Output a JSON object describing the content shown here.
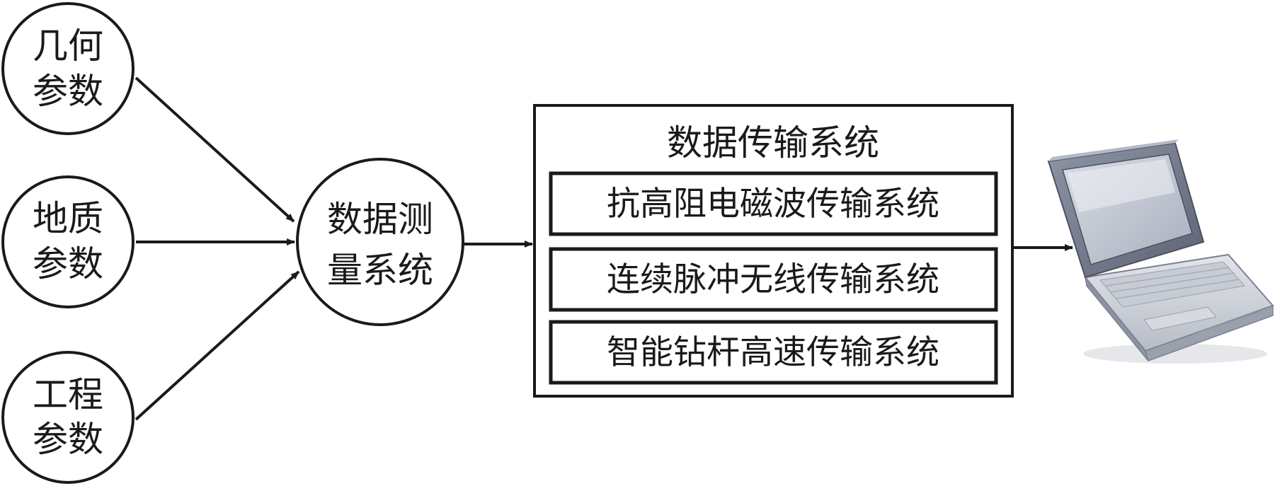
{
  "inputs": [
    {
      "line1": "几何",
      "line2": "参数"
    },
    {
      "line1": "地质",
      "line2": "参数"
    },
    {
      "line1": "工程",
      "line2": "参数"
    }
  ],
  "measurement": {
    "line1": "数据测",
    "line2": "量系统"
  },
  "transmission": {
    "title": "数据传输系统",
    "subsystems": [
      "抗高阻电磁波传输系统",
      "连续脉冲无线传输系统",
      "智能钻杆高速传输系统"
    ]
  },
  "terminal": {
    "icon": "laptop-icon"
  }
}
